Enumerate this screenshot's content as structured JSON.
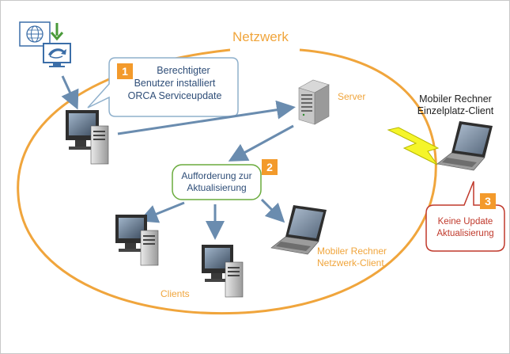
{
  "network": {
    "title": "Netzwerk"
  },
  "step1": {
    "number": "1",
    "lines": [
      "Berechtigter",
      "Benutzer installiert",
      "ORCA Serviceupdate"
    ]
  },
  "server": {
    "label": "Server"
  },
  "step2": {
    "number": "2",
    "lines": [
      "Aufforderung zur",
      "Aktualisierung"
    ]
  },
  "mobile_single": {
    "lines": [
      "Mobiler Rechner",
      "Einzelplatz-Client"
    ]
  },
  "step3": {
    "number": "3",
    "lines": [
      "Keine Update",
      "Aktualisierung"
    ]
  },
  "mobile_network": {
    "lines": [
      "Mobiler Rechner",
      "Netzwerk-Client"
    ]
  },
  "clients": {
    "label": "Clients"
  },
  "colors": {
    "network_ellipse": "#f0a53c",
    "arrows": "#6a8caf",
    "badge": "#f39a2b",
    "bubble1_border": "#8fb0cc",
    "bubble2_border": "#6aab3d",
    "bubble3_border": "#c0392b",
    "lightning": "#f5f52a"
  },
  "icons": [
    "globe-icon",
    "download-arrow-icon",
    "update-monitor-icon",
    "desktop-pc-icon",
    "server-tower-icon",
    "laptop-icon",
    "wireless-lightning-icon"
  ]
}
